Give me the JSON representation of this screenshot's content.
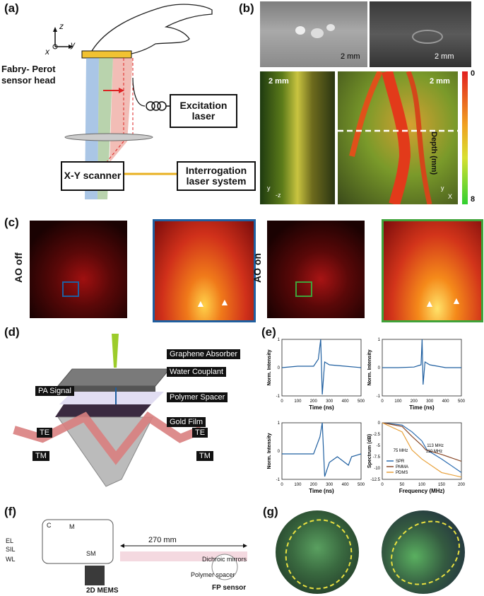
{
  "panels": {
    "a": {
      "label": "(a)",
      "axes": {
        "z": "z",
        "y": "y",
        "x": "x"
      },
      "sensor_head": "Fabry- Perot sensor head",
      "excitation_laser": "Excitation laser",
      "scanner": "X-Y scanner",
      "interrogation": "Interrogation laser system"
    },
    "b": {
      "label": "(b)",
      "scalebars": [
        "2 mm",
        "2 mm",
        "2 mm",
        "2 mm"
      ],
      "colorbar": {
        "title": "Depth (mm)",
        "top": "0",
        "bottom": "8"
      },
      "axis_left": {
        "y": "y",
        "z": "-z"
      },
      "axis_right": {
        "y": "y",
        "x": "X"
      }
    },
    "c": {
      "label": "(c)",
      "ao_off": "AO off",
      "ao_on": "AO on",
      "color_off": "#1f5fa0",
      "color_on": "#3fa33a"
    },
    "d": {
      "label": "(d)",
      "graphene": "Graphene Absorber",
      "water": "Water Couplant",
      "pa_signal": "PA Signal",
      "polymer": "Polymer Spacer",
      "gold": "Gold Film",
      "te": "TE",
      "tm": "TM"
    },
    "e": {
      "label": "(e)",
      "ylabel": "Norm. Intensity",
      "xlabel": "Time (ns)",
      "xticks": [
        "0",
        "100",
        "200",
        "300",
        "400",
        "500"
      ],
      "yticks": [
        "1",
        "0",
        "-1"
      ],
      "spectrum": {
        "ylabel": "Spectrum (dB)",
        "xlabel": "Frequency (MHz)",
        "xticks": [
          "0",
          "50",
          "100",
          "150",
          "200"
        ],
        "yticks": [
          "0",
          "-2.5",
          "-5",
          "-7.5",
          "-10",
          "-12.5"
        ],
        "annotations": [
          "113 MHz",
          "75 MHz",
          "110 MHz"
        ],
        "legend": [
          "SPR",
          "PMMA",
          "PDMS"
        ],
        "colors": [
          "#2b6cb0",
          "#8a4a2a",
          "#e8a13a"
        ]
      }
    },
    "f": {
      "label": "(f)",
      "length": "270 mm",
      "inputs": [
        "EL",
        "SIL",
        "WL"
      ],
      "mems": "2D MEMS",
      "dichroic": "Dichroic mirrors",
      "polymer": "Polymer spacer",
      "fp_sensor": "FP sensor",
      "c_label": "C",
      "m_label": "M",
      "sm_label": "SM"
    },
    "g": {
      "label": "(g)"
    }
  },
  "chart_data": [
    {
      "type": "line",
      "xlabel": "Time (ns)",
      "ylabel": "Norm. Intensity",
      "xlim": [
        0,
        500
      ],
      "ylim": [
        -1,
        1
      ],
      "x": [
        0,
        100,
        200,
        230,
        245,
        255,
        270,
        300,
        400,
        500
      ],
      "values": [
        0,
        0.05,
        0.05,
        0.3,
        1,
        -0.95,
        0.2,
        0.1,
        0.05,
        0
      ]
    },
    {
      "type": "line",
      "xlabel": "Time (ns)",
      "ylabel": "Norm. Intensity",
      "xlim": [
        0,
        500
      ],
      "ylim": [
        -1,
        1
      ],
      "x": [
        0,
        100,
        200,
        245,
        252,
        258,
        270,
        300,
        400,
        500
      ],
      "values": [
        0,
        0,
        0.02,
        0.1,
        1,
        -0.6,
        0.2,
        0.1,
        0,
        0
      ]
    },
    {
      "type": "line",
      "xlabel": "Time (ns)",
      "ylabel": "Norm. Intensity",
      "xlim": [
        0,
        500
      ],
      "ylim": [
        -1,
        1
      ],
      "x": [
        0,
        100,
        200,
        240,
        255,
        270,
        300,
        350,
        420,
        440,
        500
      ],
      "values": [
        -0.1,
        -0.1,
        -0.1,
        0.5,
        1,
        -0.9,
        -0.4,
        -0.2,
        -0.5,
        -0.2,
        -0.1
      ]
    },
    {
      "type": "line",
      "xlabel": "Frequency (MHz)",
      "ylabel": "Spectrum (dB)",
      "xlim": [
        0,
        200
      ],
      "ylim": [
        -12.5,
        0
      ],
      "series": [
        {
          "name": "SPR",
          "x": [
            0,
            50,
            75,
            100,
            113,
            150,
            200
          ],
          "values": [
            0,
            -0.5,
            -2,
            -4,
            -6,
            -8,
            -11
          ]
        },
        {
          "name": "PMMA",
          "x": [
            0,
            50,
            75,
            100,
            110,
            150,
            200
          ],
          "values": [
            0,
            -0.8,
            -3,
            -5,
            -6,
            -7,
            -8.5
          ]
        },
        {
          "name": "PDMS",
          "x": [
            0,
            50,
            75,
            100,
            150,
            200
          ],
          "values": [
            0,
            -2,
            -6,
            -8,
            -11,
            -12
          ]
        }
      ]
    }
  ]
}
